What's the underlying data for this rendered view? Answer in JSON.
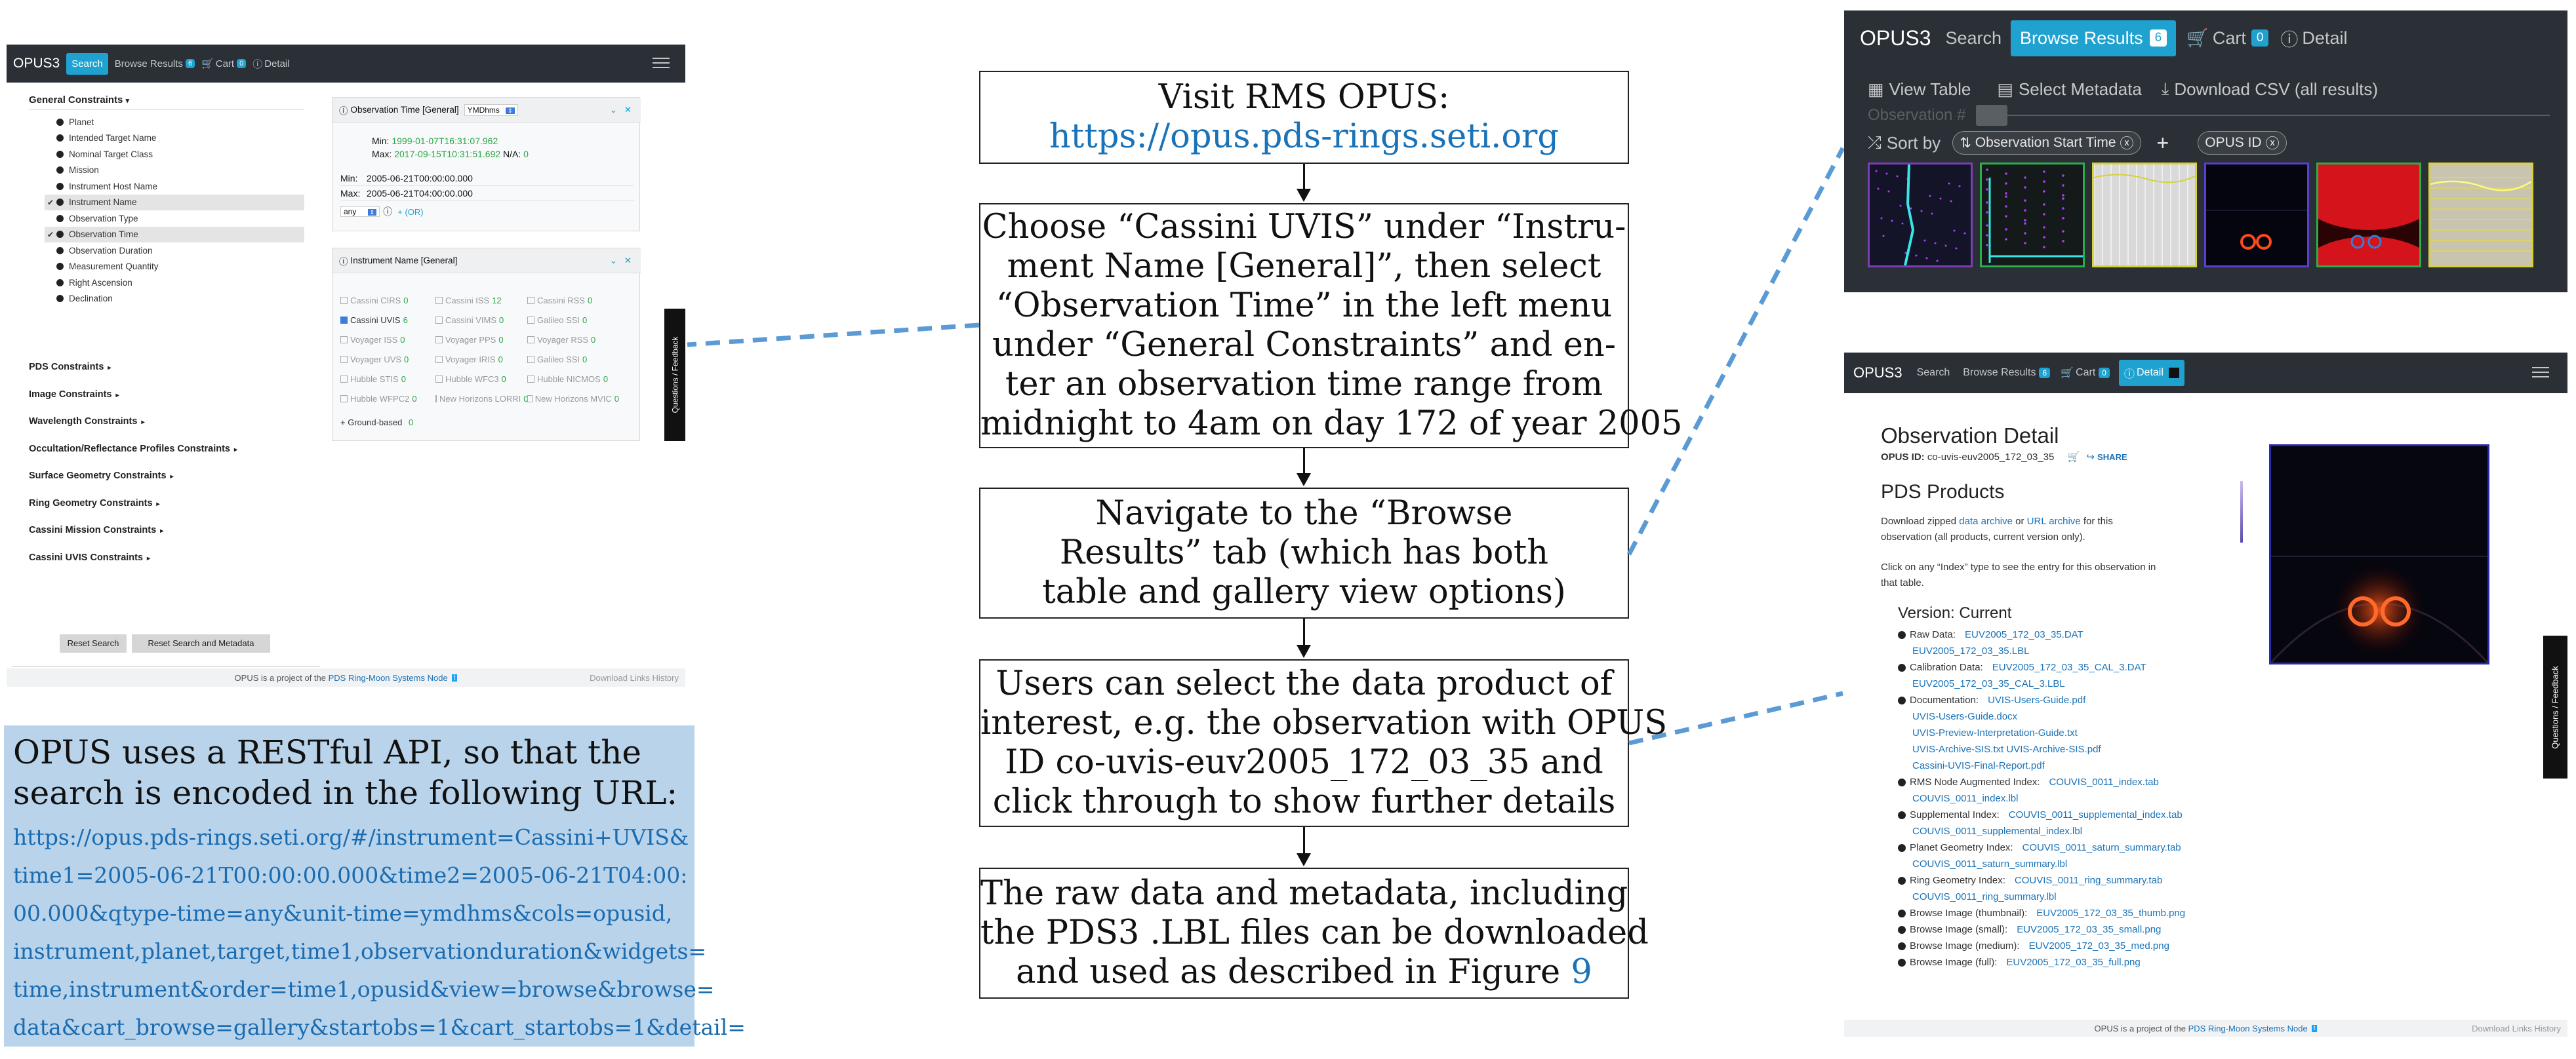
{
  "colors": {
    "navbar": "#2b3036",
    "accent": "#1fa2cf",
    "note_bg": "#b8d3ea",
    "link": "#1a73b8",
    "dashed_connector": "#5b9bd5",
    "arrow": "#111111"
  },
  "left_screenshot": {
    "navbar": {
      "brand": "OPUS3",
      "search": "Search",
      "browse": "Browse Results",
      "browse_count": "6",
      "cart": "Cart",
      "cart_count": "0",
      "detail": "Detail"
    },
    "general_header": "General Constraints",
    "general_items": [
      {
        "label": "Planet",
        "checked": false,
        "selected": false
      },
      {
        "label": "Intended Target Name",
        "checked": false,
        "selected": false
      },
      {
        "label": "Nominal Target Class",
        "checked": false,
        "selected": false
      },
      {
        "label": "Mission",
        "checked": false,
        "selected": false
      },
      {
        "label": "Instrument Host Name",
        "checked": false,
        "selected": false
      },
      {
        "label": "Instrument Name",
        "checked": true,
        "selected": true
      },
      {
        "label": "Observation Type",
        "checked": false,
        "selected": false
      },
      {
        "label": "Observation Time",
        "checked": true,
        "selected": true
      },
      {
        "label": "Observation Duration",
        "checked": false,
        "selected": false
      },
      {
        "label": "Measurement Quantity",
        "checked": false,
        "selected": false
      },
      {
        "label": "Right Ascension",
        "checked": false,
        "selected": false
      },
      {
        "label": "Declination",
        "checked": false,
        "selected": false
      }
    ],
    "groups": [
      "PDS Constraints",
      "Image Constraints",
      "Wavelength Constraints",
      "Occultation/Reflectance Profiles Constraints",
      "Surface Geometry Constraints",
      "Ring Geometry Constraints",
      "Cassini Mission Constraints",
      "Cassini UVIS Constraints"
    ],
    "time_widget": {
      "title": "Observation Time [General]",
      "format": "YMDhms",
      "min_label": "Min:",
      "min_value": "1999-01-07T16:31:07.962",
      "max_label": "Max:",
      "max_value": "2017-09-15T10:31:51.692",
      "na_label": "N/A:",
      "na_value": "0",
      "input_min_label": "Min:",
      "input_min": "2005-06-21T00:00:00.000",
      "input_max_label": "Max:",
      "input_max": "2005-06-21T04:00:00.000",
      "qtype": "any",
      "or_label": "+ (OR)"
    },
    "instrument_widget": {
      "title": "Instrument Name [General]",
      "rows": [
        [
          {
            "name": "Cassini CIRS",
            "count": "0",
            "checked": false
          },
          {
            "name": "Cassini ISS",
            "count": "12",
            "checked": false
          },
          {
            "name": "Cassini RSS",
            "count": "0",
            "checked": false
          }
        ],
        [
          {
            "name": "Cassini UVIS",
            "count": "6",
            "checked": true
          },
          {
            "name": "Cassini VIMS",
            "count": "0",
            "checked": false
          },
          {
            "name": "Galileo SSI",
            "count": "0",
            "checked": false
          }
        ],
        [
          {
            "name": "Voyager ISS",
            "count": "0",
            "checked": false
          },
          {
            "name": "Voyager PPS",
            "count": "0",
            "checked": false
          },
          {
            "name": "Voyager RSS",
            "count": "0",
            "checked": false
          }
        ],
        [
          {
            "name": "Voyager UVS",
            "count": "0",
            "checked": false
          },
          {
            "name": "Voyager IRIS",
            "count": "0",
            "checked": false
          },
          {
            "name": "Galileo SSI",
            "count": "0",
            "checked": false
          }
        ],
        [
          {
            "name": "Hubble STIS",
            "count": "0",
            "checked": false
          },
          {
            "name": "Hubble WFC3",
            "count": "0",
            "checked": false
          },
          {
            "name": "Hubble NICMOS",
            "count": "0",
            "checked": false
          }
        ],
        [
          {
            "name": "Hubble WFPC2",
            "count": "0",
            "checked": false
          },
          {
            "name": "New Horizons LORRI",
            "count": "0",
            "checked": false
          },
          {
            "name": "New Horizons MVIC",
            "count": "0",
            "checked": false
          }
        ]
      ],
      "ground_based": "Ground-based",
      "ground_count": "0"
    },
    "feedback_tab": "Questions / Feedback",
    "reset_search": "Reset Search",
    "reset_all": "Reset Search and Metadata",
    "footer_text": "OPUS is a project of the",
    "footer_link": "PDS Ring-Moon Systems Node",
    "footer_right": "Download Links History"
  },
  "note": {
    "intro": "OPUS uses a RESTful API, so that the search is encoded in the following URL:",
    "url_lines": [
      "https://opus.pds-rings.seti.org/#/instrument=Cassini+UVIS&",
      "time1=2005-06-21T00:00:00.000&time2=2005-06-21T04:00:",
      "00.000&qtype-time=any&unit-time=ymdhms&cols=opusid,",
      "instrument,planet,target,time1,observationduration&widgets=",
      "time,instrument&order=time1,opusid&view=browse&browse=",
      "data&cart_browse=gallery&startobs=1&cart_startobs=1&detail="
    ]
  },
  "flow": {
    "step1_line1": "Visit RMS OPUS:",
    "step1_link": "https://opus.pds-rings.seti.org",
    "step2_lines": [
      "Choose “Cassini UVIS” under “Instru-",
      "ment Name [General]”, then select",
      "“Observation Time” in the left menu",
      "under “General Constraints” and en-",
      "ter an observation time range from",
      "midnight to 4am on day 172 of year 2005"
    ],
    "step3_lines": [
      "Navigate to the “Browse",
      "Results” tab (which has both",
      "table and gallery view options)"
    ],
    "step4_lines": [
      "Users can select the data product of",
      "interest, e.g.  the observation with OPUS",
      "ID co-uvis-euv2005_172_03_35 and",
      "click through to show further details"
    ],
    "step5_lines": [
      "The raw data and metadata, including",
      "the PDS3 .LBL files can be downloaded",
      "and used as described in Figure"
    ],
    "step5_ref": "9"
  },
  "browse_screenshot": {
    "navbar": {
      "brand": "OPUS3",
      "search": "Search",
      "browse": "Browse Results",
      "browse_count": "6",
      "cart": "Cart",
      "cart_count": "0",
      "detail": "Detail"
    },
    "view_table": "View Table",
    "select_metadata": "Select Metadata",
    "download_csv": "Download CSV (all results)",
    "observation_label": "Observation #",
    "sort_by": "Sort by",
    "sort_pill": "Observation Start Time",
    "add": "+",
    "id_pill": "OPUS ID",
    "thumbs": [
      {
        "border": "#7b3fb3",
        "bg": "#141428",
        "kind": "cyan-line"
      },
      {
        "border": "#2eae4a",
        "bg": "#141a1a",
        "kind": "dots"
      },
      {
        "border": "#d7d13a",
        "bg": "#d9d9d9",
        "kind": "light"
      },
      {
        "border": "#5b3fd1",
        "bg": "#050510",
        "kind": "red-eyes"
      },
      {
        "border": "#2eae4a",
        "bg": "#1a0505",
        "kind": "red-planet"
      },
      {
        "border": "#d7d13a",
        "bg": "#c9c4b0",
        "kind": "light-lines"
      }
    ]
  },
  "detail_screenshot": {
    "navbar": {
      "brand": "OPUS3",
      "search": "Search",
      "browse": "Browse Results",
      "browse_count": "6",
      "cart": "Cart",
      "cart_count": "0",
      "detail": "Detail"
    },
    "title": "Observation Detail",
    "opus_id_label": "OPUS ID:",
    "opus_id": "co-uvis-euv2005_172_03_35",
    "share": "SHARE",
    "pds_products": "PDS Products",
    "download_intro_1": "Download zipped",
    "data_archive": "data archive",
    "or": "or",
    "url_archive": "URL archive",
    "download_intro_2": "for this",
    "download_intro_3": "observation (all products, current version only).",
    "index_note_1": "Click on any “Index” type to see the entry for this observation in",
    "index_note_2": "that table.",
    "version": "Version: Current",
    "products": [
      {
        "label": "Raw Data:",
        "files": [
          "EUV2005_172_03_35.DAT",
          "EUV2005_172_03_35.LBL"
        ]
      },
      {
        "label": "Calibration Data:",
        "files": [
          "EUV2005_172_03_35_CAL_3.DAT",
          "EUV2005_172_03_35_CAL_3.LBL"
        ]
      },
      {
        "label": "Documentation:",
        "files": [
          "UVIS-Users-Guide.pdf",
          "UVIS-Users-Guide.docx",
          "UVIS-Preview-Interpretation-Guide.txt",
          "UVIS-Archive-SIS.txt   UVIS-Archive-SIS.pdf",
          "Cassini-UVIS-Final-Report.pdf"
        ]
      },
      {
        "label": "RMS Node Augmented Index:",
        "files": [
          "COUVIS_0011_index.tab",
          "COUVIS_0011_index.lbl"
        ]
      },
      {
        "label": "Supplemental Index:",
        "files": [
          "COUVIS_0011_supplemental_index.tab",
          "COUVIS_0011_supplemental_index.lbl"
        ]
      },
      {
        "label": "Planet Geometry Index:",
        "files": [
          "COUVIS_0011_saturn_summary.tab",
          "COUVIS_0011_saturn_summary.lbl"
        ]
      },
      {
        "label": "Ring Geometry Index:",
        "files": [
          "COUVIS_0011_ring_summary.tab",
          "COUVIS_0011_ring_summary.lbl"
        ]
      },
      {
        "label": "Browse Image (thumbnail):",
        "files": [
          "EUV2005_172_03_35_thumb.png"
        ]
      },
      {
        "label": "Browse Image (small):",
        "files": [
          "EUV2005_172_03_35_small.png"
        ]
      },
      {
        "label": "Browse Image (medium):",
        "files": [
          "EUV2005_172_03_35_med.png"
        ]
      },
      {
        "label": "Browse Image (full):",
        "files": [
          "EUV2005_172_03_35_full.png"
        ]
      }
    ],
    "feedback_tab": "Questions / Feedback",
    "footer_text": "OPUS is a project of the",
    "footer_link": "PDS Ring-Moon Systems Node",
    "footer_right": "Download Links History"
  }
}
